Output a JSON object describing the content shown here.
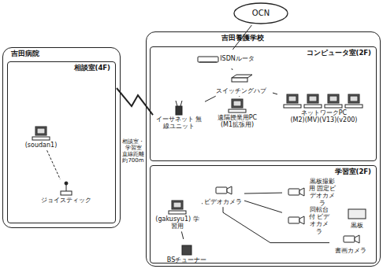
{
  "diagram": {
    "nodes": [
      {
        "text": [
          "OCN"
        ]
      },
      {
        "text": [
          "吉田養護学校"
        ]
      },
      {
        "text": [
          "コンピュータ室(2F)"
        ],
        "in": 1
      },
      {
        "text": [
          "ISDNルータ"
        ],
        "in": 2
      },
      {
        "text": [
          "スイッチングハブ"
        ],
        "in": 2
      },
      {
        "text": [
          "イーサネット 無線ユニット"
        ],
        "in": 2
      },
      {
        "text": [
          "遠隔授業用PC",
          "(M1拡張用)"
        ],
        "in": 2
      },
      {
        "text": [
          "ネットワークPC",
          "(M2)(MV)(V13)(v200)"
        ],
        "in": 2
      },
      {
        "text": [
          "学習室(2F)"
        ],
        "in": 1
      },
      {
        "text": [
          "(gakusyu1) 学習用"
        ],
        "in": 8
      },
      {
        "text": [
          "ビデオカメラ"
        ],
        "in": 8
      },
      {
        "text": [
          "黒板撮影用 固定ビデオカメラ"
        ],
        "in": 8
      },
      {
        "text": [
          "回転台付 ビデオカメラ"
        ],
        "in": 8
      },
      {
        "text": [
          "黒板"
        ],
        "in": 8
      },
      {
        "text": [
          "書画カメラ"
        ],
        "in": 8
      },
      {
        "text": [
          "BSチューナー"
        ],
        "in": 8
      },
      {
        "text": [
          "吉田病院"
        ]
      },
      {
        "text": [
          "相談室(4F)"
        ],
        "in": 16
      },
      {
        "text": [
          "(soudan1)"
        ],
        "in": 17
      },
      {
        "text": [
          "ジョイスティック"
        ],
        "in": 17
      }
    ],
    "edges": [
      {
        "from": 0,
        "to": 3,
        "arrow": "none"
      },
      {
        "from": 3,
        "to": 4,
        "arrow": "none"
      },
      {
        "from": 4,
        "to": 5,
        "arrow": "none"
      },
      {
        "from": 4,
        "to": 6,
        "arrow": "none"
      },
      {
        "from": 4,
        "to": 7,
        "arrow": "none"
      },
      {
        "from": 5,
        "to": 17,
        "arrow": "none"
      },
      {
        "from": 9,
        "to": 10,
        "arrow": "none"
      },
      {
        "from": 10,
        "to": 11,
        "arrow": "none"
      },
      {
        "from": 10,
        "to": 12,
        "arrow": "none"
      },
      {
        "from": 10,
        "to": 14,
        "arrow": "none"
      },
      {
        "from": 9,
        "to": 15,
        "arrow": "none"
      },
      {
        "from": 18,
        "to": 19,
        "arrow": "none"
      }
    ],
    "labels": [
      "相談室・学習室 直線距離 約700m"
    ]
  }
}
